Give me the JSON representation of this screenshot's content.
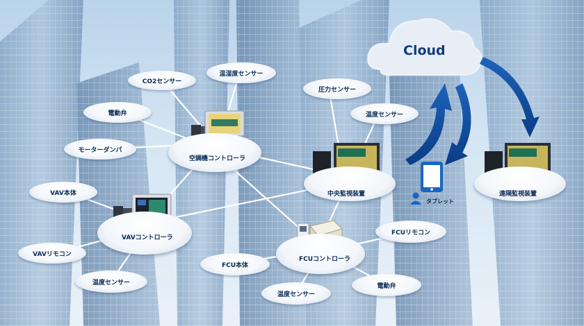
{
  "cloud": {
    "label": "Cloud"
  },
  "hubs": {
    "ahu": "空調機コントローラ",
    "central": "中央監視装置",
    "vav": "VAVコントローラ",
    "fcu": "FCUコントローラ",
    "remote": "遠隔監視装置"
  },
  "tablet": {
    "label": "タブレット"
  },
  "sensors": {
    "co2": "CO2センサー",
    "temp_humidity": "温湿度センサー",
    "valve_ahu": "電動弁",
    "damper": "モーターダンパ",
    "pressure": "圧力センサー",
    "temp_central": "温度センサー",
    "vav_unit": "VAV本体",
    "vav_remote": "VAVリモコン",
    "temp_vav": "温度センサー",
    "fcu_remote": "FCUリモコン",
    "fcu_unit": "FCU本体",
    "temp_fcu": "温度センサー",
    "valve_fcu": "電動弁"
  },
  "colors": {
    "accent": "#123d7a",
    "label": "#0a2a55",
    "arrow": "#0d4a9a"
  }
}
